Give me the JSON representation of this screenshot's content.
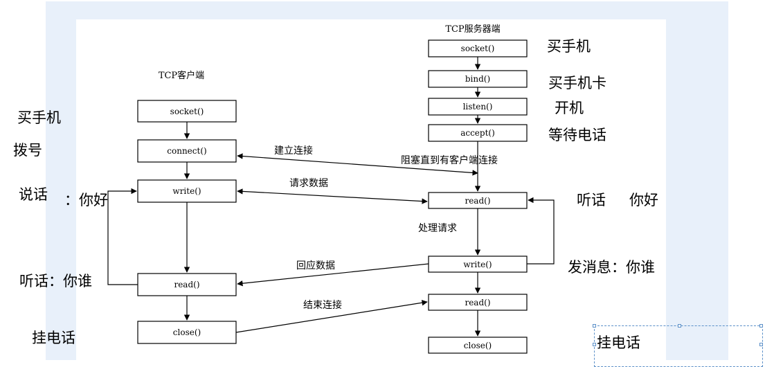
{
  "diagram": {
    "client_title": "TCP客户端",
    "server_title": "TCP服务器端",
    "client_boxes": [
      "socket()",
      "connect()",
      "write()",
      "read()",
      "close()"
    ],
    "server_boxes": [
      "socket()",
      "bind()",
      "listen()",
      "accept()",
      "read()",
      "write()",
      "read()",
      "close()"
    ],
    "arrow_labels": {
      "connect": "建立连接",
      "block": "阻塞直到有客户端连接",
      "request": "请求数据",
      "process": "处理请求",
      "reply": "回应数据",
      "end": "结束连接"
    }
  },
  "notes": {
    "buy_phone_left": "买手机",
    "dial": "拨号",
    "speak": "说话",
    "hello": "：你好",
    "listen_who": "听话：你谁",
    "hang_up_left": "挂电话",
    "buy_phone_right": "买手机",
    "buy_sim": "买手机卡",
    "power_on": "开机",
    "wait_call": "等待电话",
    "listen": "听话",
    "hello_right": "你好",
    "send_msg": "发消息：你谁",
    "hang_up_right": "挂电话"
  }
}
